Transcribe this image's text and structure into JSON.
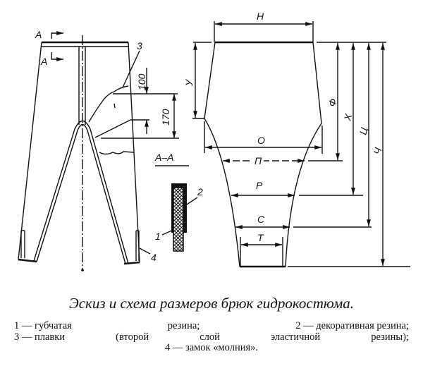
{
  "figure": {
    "left_labels": {
      "section_a_top": "A",
      "section_a_bottom": "A",
      "part_3": "3",
      "dim_100": "100",
      "dim_170": "170",
      "section_title": "А–А",
      "part_2": "2",
      "part_1": "1",
      "part_4": "4"
    },
    "right_labels": {
      "H": "Н",
      "U": "У",
      "F": "Ф",
      "X": "Х",
      "Ts": "Ц",
      "Ch": "Ч",
      "O": "О",
      "P": "П",
      "R": "Р",
      "S": "С",
      "T": "Т"
    }
  },
  "caption": {
    "title": "Эскиз и схема размеров брюк гидрокостюма.",
    "legend_1a": "1 — губчатая",
    "legend_1b": "резина;",
    "legend_2": "2 — декоративная резина;",
    "legend_3a": "3 — плавки",
    "legend_3b": "(второй",
    "legend_3c": "слой",
    "legend_3d": "эластичной",
    "legend_3e": "резины);",
    "legend_4": "4 — замок «молния»."
  }
}
